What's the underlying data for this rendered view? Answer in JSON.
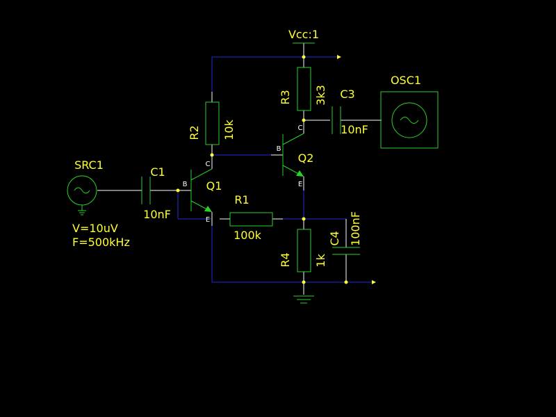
{
  "colors": {
    "background": "#000000",
    "wire_blue": "#1f2cdc",
    "wire_white": "#ffffff",
    "component_green": "#2bd12b",
    "label_yellow": "#ffff33"
  },
  "supply": {
    "label": "Vcc:1"
  },
  "source": {
    "name": "SRC1",
    "voltage": "V=10uV",
    "frequency": "F=500kHz",
    "icon": "ac-source-icon"
  },
  "oscilloscope": {
    "name": "OSC1",
    "icon": "oscilloscope-icon"
  },
  "capacitors": {
    "c1": {
      "name": "C1",
      "value": "10nF"
    },
    "c3": {
      "name": "C3",
      "value": "10nF"
    },
    "c4": {
      "name": "C4",
      "value": "100nF"
    }
  },
  "resistors": {
    "r1": {
      "name": "R1",
      "value": "100k"
    },
    "r2": {
      "name": "R2",
      "value": "10k"
    },
    "r3": {
      "name": "R3",
      "value": "3k3"
    },
    "r4": {
      "name": "R4",
      "value": "1k"
    }
  },
  "transistors": {
    "q1": {
      "name": "Q1",
      "base": "B",
      "collector": "C",
      "emitter": "E"
    },
    "q2": {
      "name": "Q2",
      "base": "B",
      "collector": "C",
      "emitter": "E"
    }
  }
}
